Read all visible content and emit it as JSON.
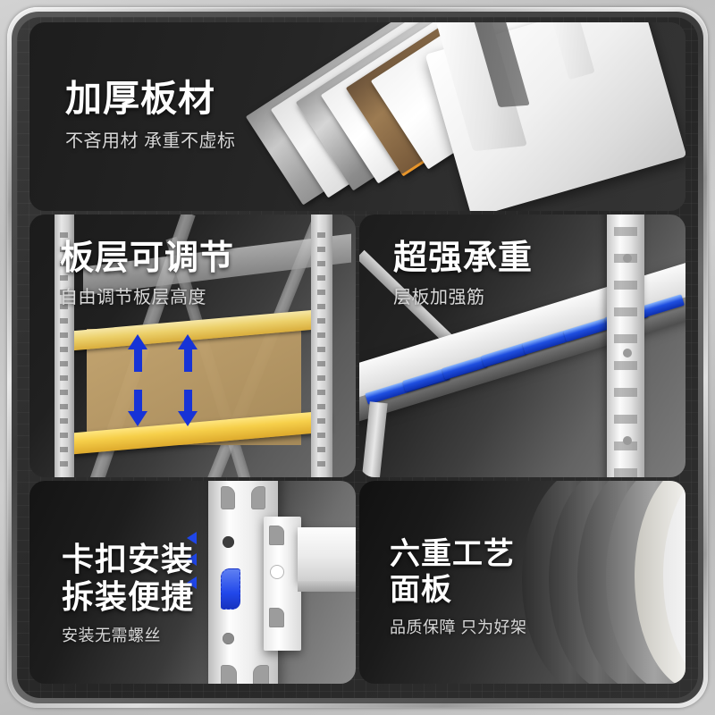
{
  "page": {
    "background_color": "#c2c2c2",
    "frame_color": "#3a3a3a",
    "panel_background": "#242424",
    "accent_blue": "#1f46e8",
    "accent_yellow": "#e8b93a",
    "title_color": "#ffffff",
    "subtitle_color": "#d8d8d8"
  },
  "panels": [
    {
      "id": "thickened-board",
      "title": "加厚板材",
      "subtitle": "不吝用材 承重不虚标",
      "art": "fanned-layered-boards",
      "art_description": "多层板材斜向展开，含白色、木纹、银色镀层板层"
    },
    {
      "id": "adjustable-shelf",
      "title": "板层可调节",
      "subtitle": "自由调节板层高度",
      "art": "shelf-height-adjust",
      "art_description": "货架层板与黄色横梁，蓝色上下双向箭头表示高度可调"
    },
    {
      "id": "strong-load-bearing",
      "title": "超强承重",
      "subtitle": "层板加强筋",
      "art": "shelf-reinforcement-ribs",
      "art_description": "层板底部蓝色加强筋阵列"
    },
    {
      "id": "snap-installation",
      "title": "卡扣安装\n拆装便捷",
      "subtitle": "安装无需螺丝",
      "art": "snap-lock-bracket",
      "art_description": "立柱卡孔与卡扣支架，蓝色箭头指示卡扣方向"
    },
    {
      "id": "six-process-panel",
      "title": "六重工艺\n面板",
      "subtitle": "品质保障 只为好架",
      "art": "six-curved-sheets",
      "art_description": "六层弧形面板由深灰渐变至白色"
    }
  ]
}
